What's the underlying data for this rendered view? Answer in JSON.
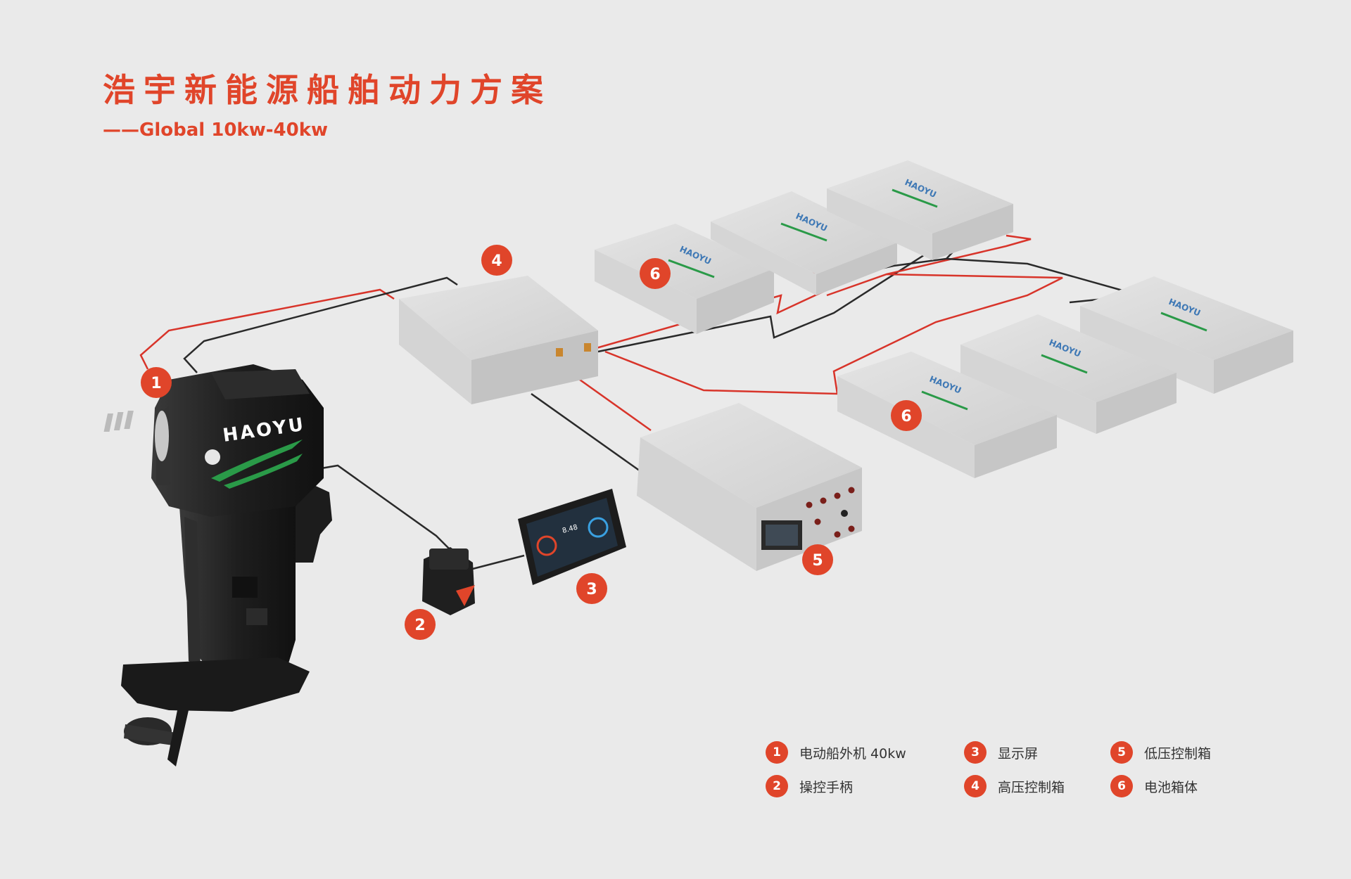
{
  "header": {
    "title": "浩宇新能源船舶动力方案",
    "subtitle": "——Global 10kw-40kw"
  },
  "brand": {
    "logo_text": "HAOYU"
  },
  "display_screen": {
    "value": "8.48"
  },
  "colors": {
    "accent": "#e0452a",
    "cable_red": "#d8342a",
    "cable_black": "#2a2a2a",
    "logo_green": "#2a9a48"
  },
  "callouts": [
    "1",
    "2",
    "3",
    "4",
    "5",
    "6",
    "6"
  ],
  "legend": [
    {
      "num": "1",
      "label": "电动船外机 40kw"
    },
    {
      "num": "2",
      "label": "操控手柄"
    },
    {
      "num": "3",
      "label": "显示屏"
    },
    {
      "num": "4",
      "label": "高压控制箱"
    },
    {
      "num": "5",
      "label": "低压控制箱"
    },
    {
      "num": "6",
      "label": "电池箱体"
    }
  ]
}
